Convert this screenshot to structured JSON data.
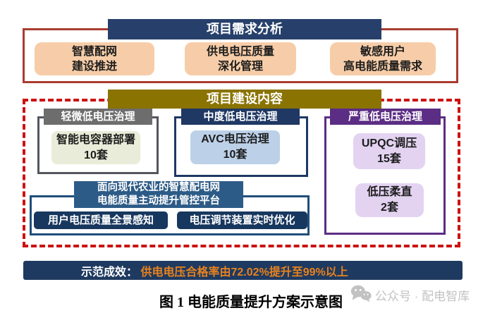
{
  "requirements": {
    "title": "项目需求分析",
    "items": [
      {
        "line1": "智慧配网",
        "line2": "建设推进"
      },
      {
        "line1": "供电电压质量",
        "line2": "深化管理"
      },
      {
        "line1": "敏感用户",
        "line2": "高电能质量需求"
      }
    ]
  },
  "construction": {
    "title": "项目建设内容",
    "columns": [
      {
        "header": "轻微低电压治理",
        "items": [
          {
            "line1": "智能电容器部署",
            "line2": "10套"
          }
        ]
      },
      {
        "header": "中度低电压治理",
        "items": [
          {
            "line1": "AVC电压治理",
            "line2": "10套"
          }
        ]
      },
      {
        "header": "严重低电压治理",
        "items": [
          {
            "line1": "UPQC调压",
            "line2": "15套"
          },
          {
            "line1": "低压柔直",
            "line2": "2套"
          }
        ]
      }
    ],
    "platform": {
      "header_line1": "面向现代农业的智慧配电网",
      "header_line2": "电能质量主动提升管控平台",
      "pills": [
        "用户电压质量全景感知",
        "电压调节装置实时优化"
      ]
    }
  },
  "results": {
    "label": "示范成效： ",
    "value": "供电电压合格率由72.02%提升至99%以上"
  },
  "watermark": {
    "icon": "wechat-icon",
    "text": "公众号 · 配电智库"
  },
  "caption": "图 1 电能质量提升方案示意图",
  "colors": {
    "navy_header": "#27406b",
    "requirements_border": "#a93b30",
    "peach_box": "#f6cda8",
    "olive_header": "#8a7301",
    "dashed_border": "#cc1111",
    "gray_header": "#6d6d6d",
    "mild_border": "#53575e",
    "mild_box": "#e9ecd8",
    "moderate_navy": "#1f3864",
    "moderate_box": "#bcd0e8",
    "severe_purple": "#5c2d84",
    "severe_box": "#e3d3f1",
    "platform_header": "#2d5b87",
    "platform_border": "#1f4e79",
    "pill_navy": "#17375e",
    "result_bar": "#1f3a60",
    "result_orange": "#e8821e"
  }
}
